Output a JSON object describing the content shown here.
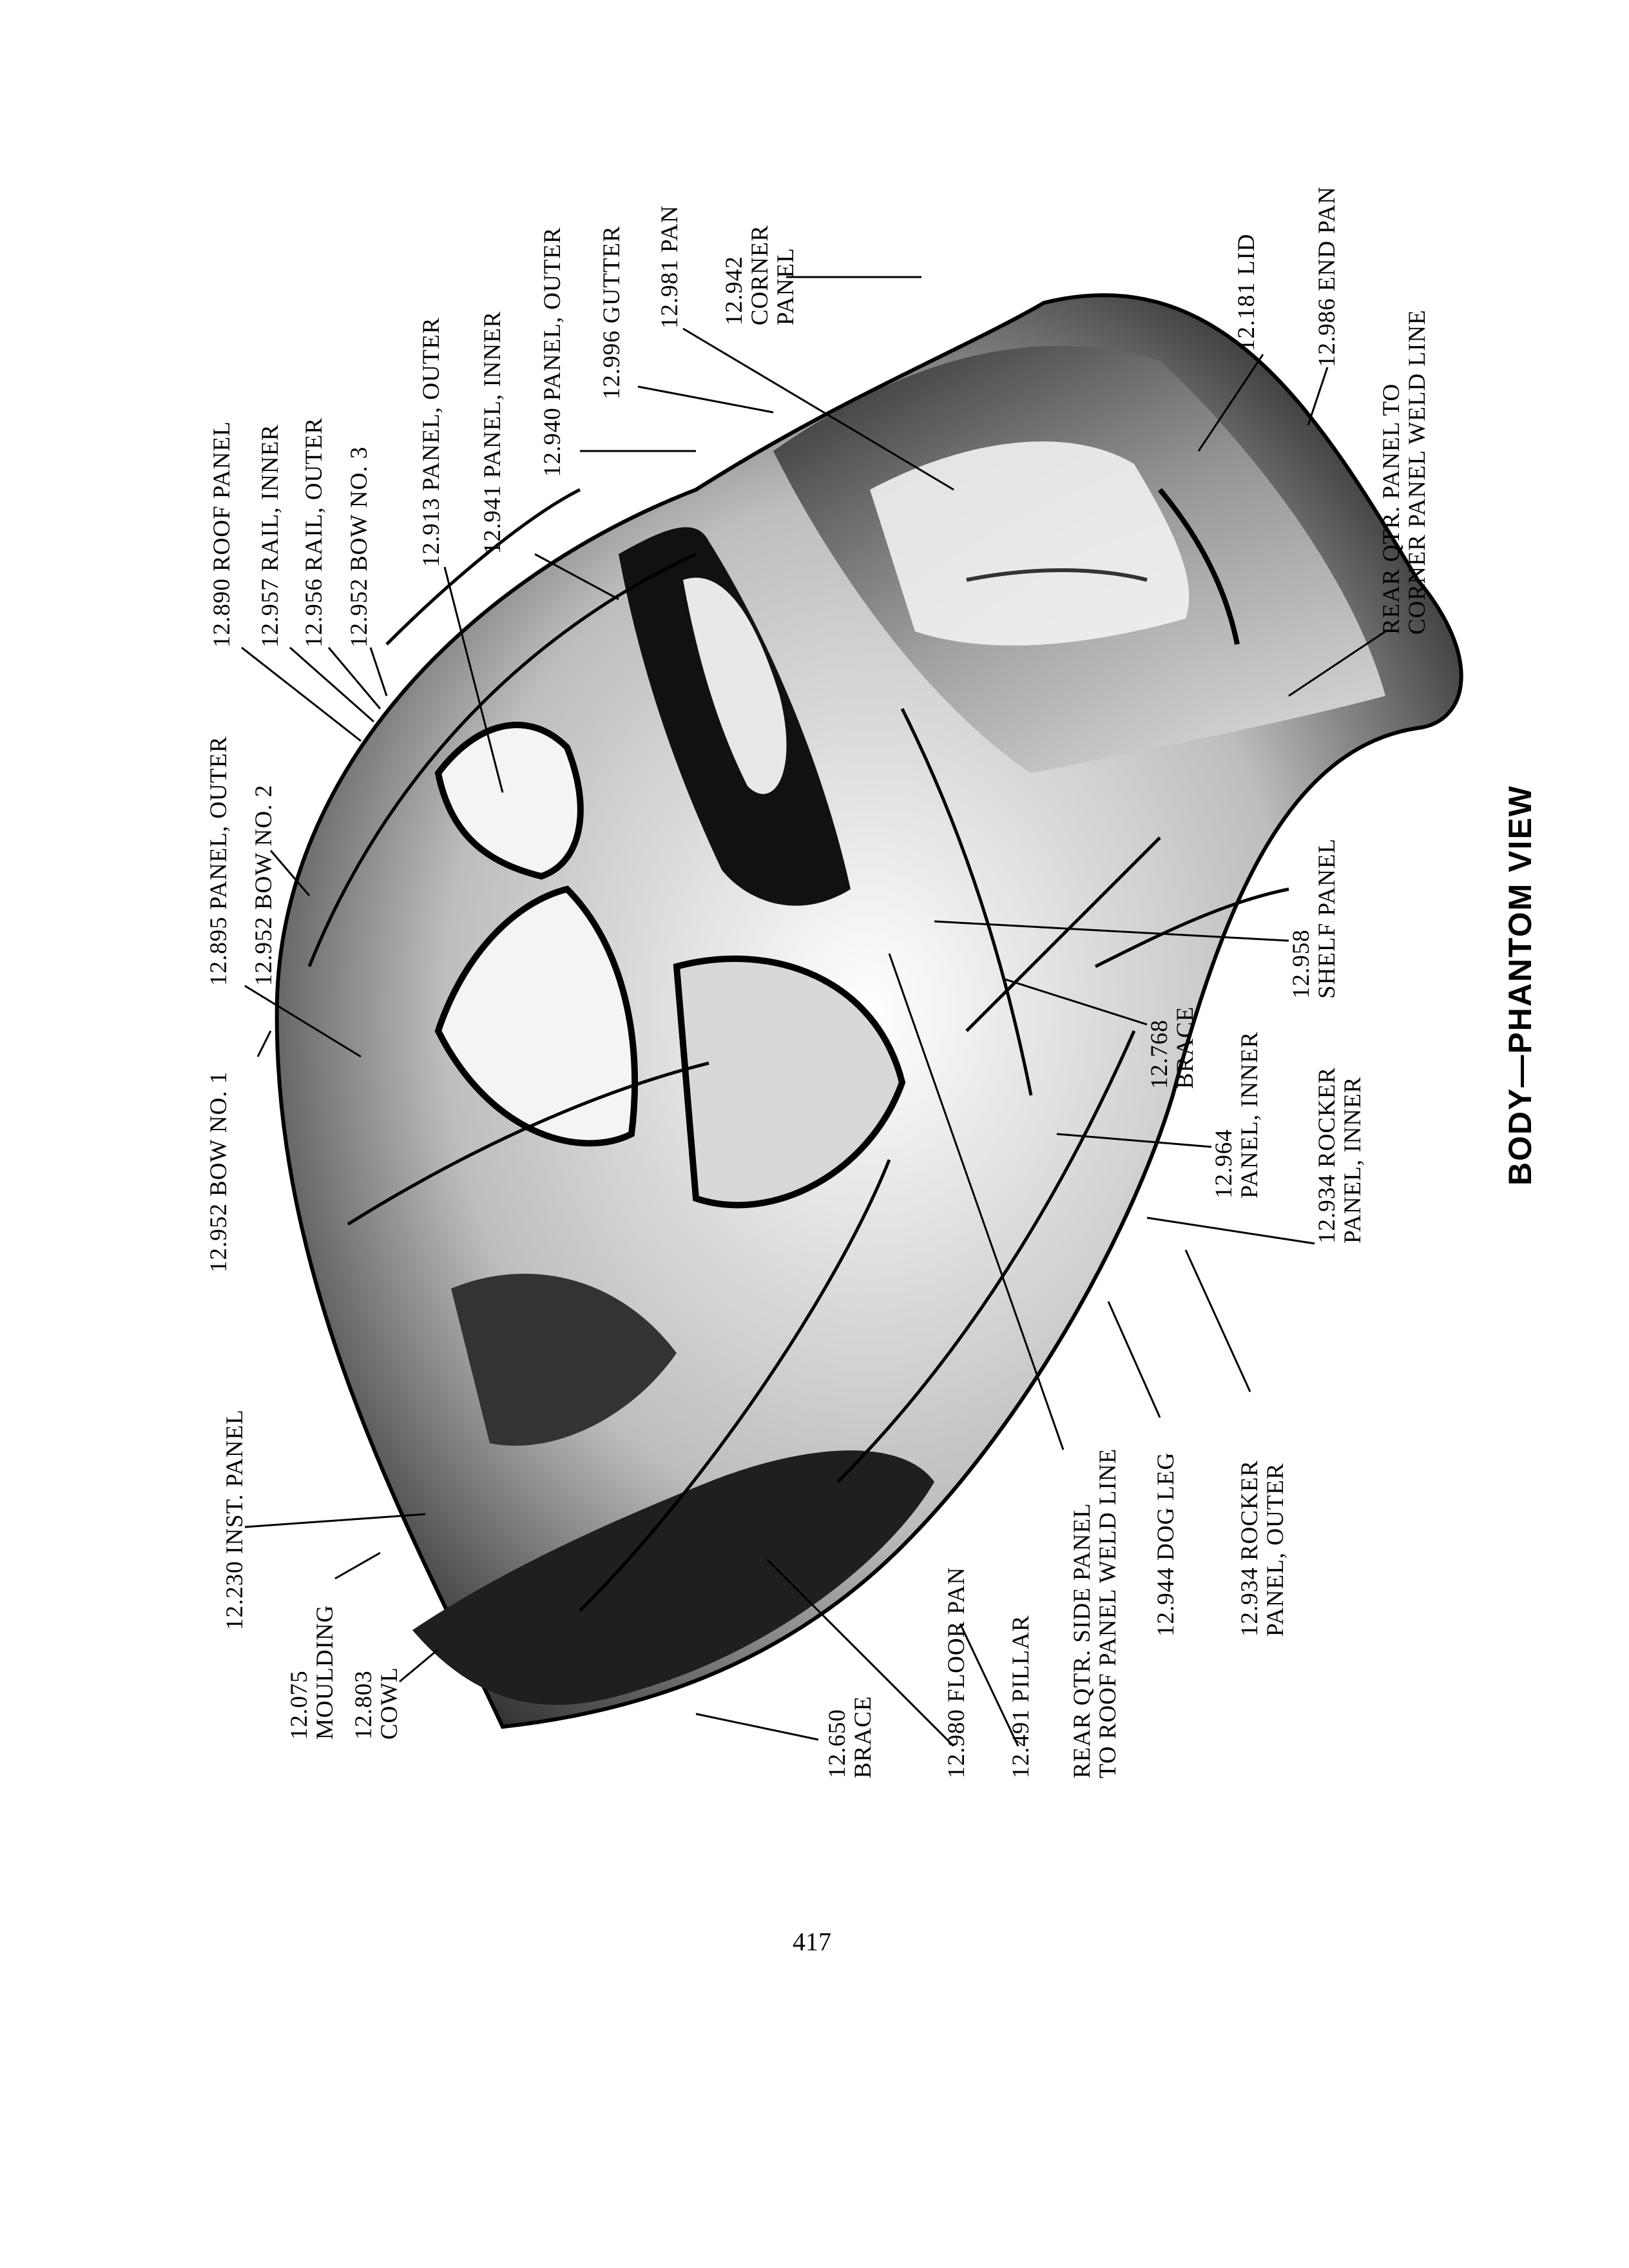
{
  "labels": {
    "roof_panel": "12.890 ROOF PANEL",
    "rail_inner": "12.957 RAIL, INNER",
    "rail_outer": "12.956 RAIL, OUTER",
    "bow_3": "12.952 BOW NO. 3",
    "panel_outer_913": "12.913 PANEL, OUTER",
    "panel_inner_941": "12.941 PANEL, INNER",
    "panel_outer_940": "12.940 PANEL, OUTER",
    "gutter": "12.996 GUTTER",
    "pan_981": "12.981 PAN",
    "corner_panel": "12.942\nCORNER\nPANEL",
    "lid": "12.181 LID",
    "end_pan": "12.986 END PAN",
    "rear_qtr_corner": "REAR QTR. PANEL TO\nCORNER PANEL WELD LINE",
    "panel_outer_895": "12.895 PANEL, OUTER",
    "bow_2": "12.952 BOW NO. 2",
    "bow_1": "12.952 BOW NO. 1",
    "shelf_panel": "12.958\nSHELF PANEL",
    "brace_768": "12.768\nBRACE",
    "panel_inner_964": "12.964\nPANEL, INNER",
    "rocker_inner": "12.934 ROCKER\nPANEL, INNER",
    "inst_panel": "12.230 INST. PANEL",
    "moulding": "12.075\nMOULDING",
    "cowl": "12.803\nCOWL",
    "brace_650": "12.650\nBRACE",
    "floor_pan": "12.980 FLOOR PAN",
    "pillar": "12.491 PILLAR",
    "rear_qtr_roof": "REAR QTR. SIDE PANEL\nTO ROOF PANEL WELD LINE",
    "dog_leg": "12.944 DOG LEG",
    "rocker_outer": "12.934 ROCKER\nPANEL, OUTER"
  },
  "title": "BODY—PHANTOM VIEW",
  "page_number": "417"
}
